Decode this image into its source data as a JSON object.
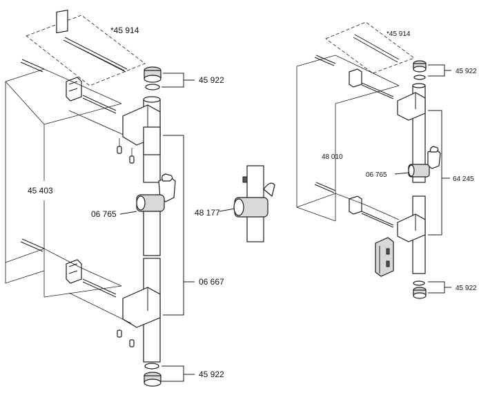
{
  "labels": {
    "left_optional_kit": "*45 914",
    "left_cap_top": "45 922",
    "left_wall_bracket": "45 403",
    "left_slider": "06 765",
    "left_rail": "06 667",
    "left_cap_bottom": "45 922",
    "middle_slider": "48 177",
    "right_optional_kit": "*45 914",
    "right_cap_top": "45 922",
    "right_bracket": "48 010",
    "right_slider": "06 765",
    "right_rail": "64 245",
    "right_cap_bottom": "45 922"
  }
}
